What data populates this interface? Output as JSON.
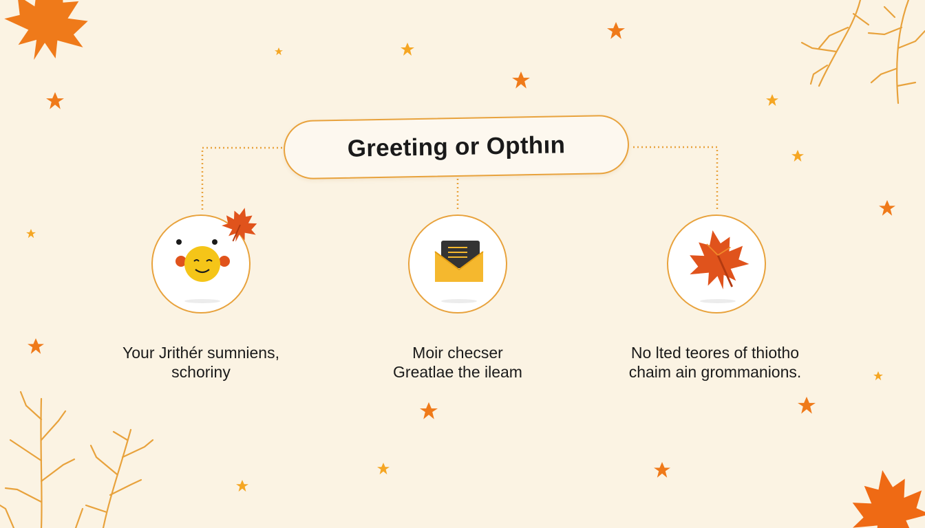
{
  "header": {
    "title": "Greeting or Opthın"
  },
  "nodes": [
    {
      "icon": "smiley-face-icon",
      "caption": [
        "Your Jrithér sumniens,",
        "schoriny"
      ]
    },
    {
      "icon": "envelope-icon",
      "caption": [
        "Moir checser",
        "Greatlae the ileam"
      ]
    },
    {
      "icon": "maple-leaf-icon",
      "caption": [
        "No lted teores of thiotho",
        "chaim ain grommanions."
      ]
    }
  ],
  "colors": {
    "background": "#fbf3e3",
    "accent_orange": "#e8a23c",
    "leaf_orange": "#ef7a1a",
    "leaf_red": "#e0531c",
    "envelope_yellow": "#f5b82e",
    "text": "#1a1a1a"
  }
}
